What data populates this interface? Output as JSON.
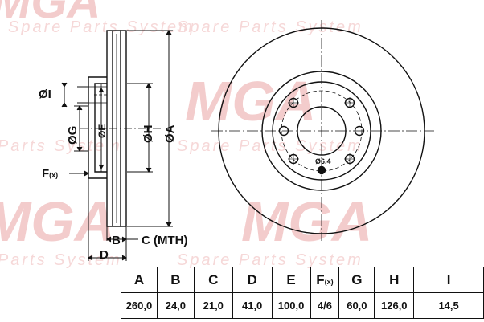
{
  "watermark": {
    "brand": "MGA",
    "tagline": "Spare Parts System",
    "color": "#f2c9c9"
  },
  "labels": {
    "diam_I": "ØI",
    "diam_G": "ØG",
    "diam_E": "ØE",
    "diam_H": "ØH",
    "diam_A": "ØA",
    "F": "F",
    "F_sub": "(x)",
    "B": "B",
    "C": "C (MTH)",
    "D": "D",
    "hole": "Ø6,4"
  },
  "table": {
    "headers": [
      "A",
      "B",
      "C",
      "D",
      "E",
      "F",
      "G",
      "H",
      "I"
    ],
    "header_F_sub": "(x)",
    "values": [
      "260,0",
      "24,0",
      "21,0",
      "41,0",
      "100,0",
      "4/6",
      "60,0",
      "126,0",
      "14,5"
    ]
  },
  "colors": {
    "line": "#111111",
    "background": "#ffffff"
  }
}
